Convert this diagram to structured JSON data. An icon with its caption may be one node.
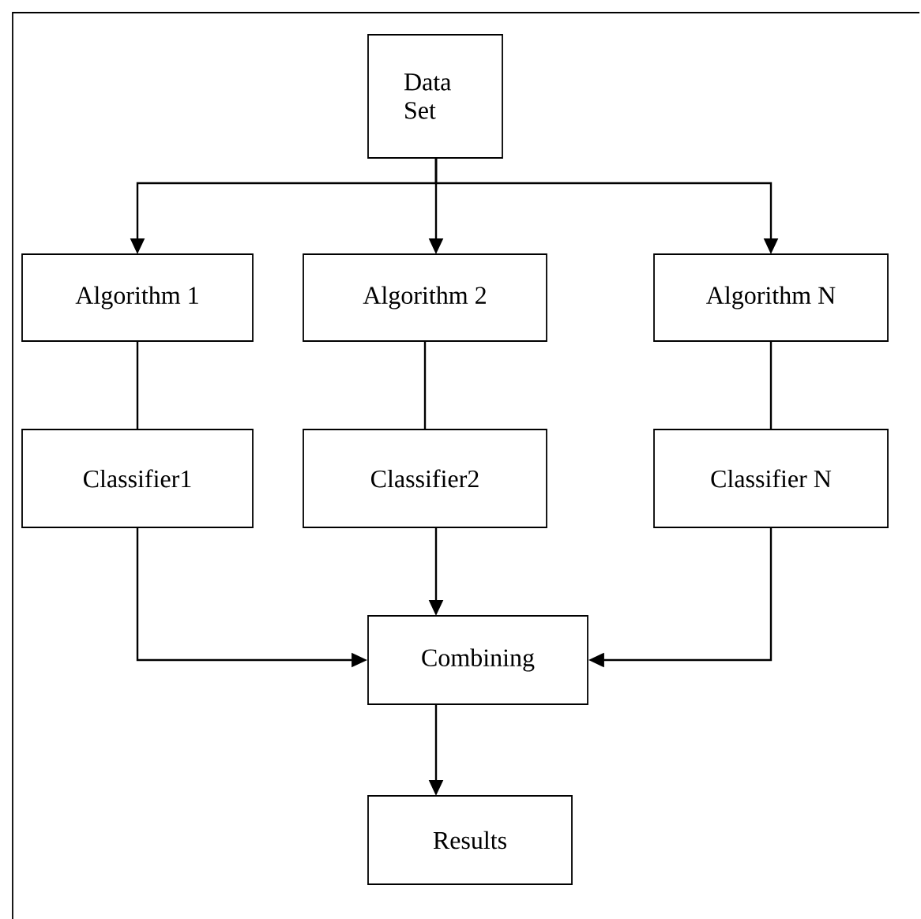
{
  "diagram": {
    "nodes": [
      {
        "text": [
          "Data Set"
        ]
      },
      {
        "text": [
          "Algorithm 1"
        ]
      },
      {
        "text": [
          "Algorithm 2"
        ]
      },
      {
        "text": [
          "Algorithm N"
        ]
      },
      {
        "text": [
          "Classifier1"
        ]
      },
      {
        "text": [
          "Classifier2"
        ]
      },
      {
        "text": [
          "Classifier N"
        ]
      },
      {
        "text": [
          "Combining"
        ]
      },
      {
        "text": [
          "Results"
        ]
      }
    ],
    "edges": [
      {
        "from": 0,
        "to": 1,
        "arrow": "to"
      },
      {
        "from": 0,
        "to": 2,
        "arrow": "to"
      },
      {
        "from": 0,
        "to": 3,
        "arrow": "to"
      },
      {
        "from": 1,
        "to": 4,
        "arrow": "none"
      },
      {
        "from": 2,
        "to": 5,
        "arrow": "none"
      },
      {
        "from": 3,
        "to": 6,
        "arrow": "none"
      },
      {
        "from": 4,
        "to": 7,
        "arrow": "to"
      },
      {
        "from": 5,
        "to": 7,
        "arrow": "to"
      },
      {
        "from": 6,
        "to": 7,
        "arrow": "to"
      },
      {
        "from": 7,
        "to": 8,
        "arrow": "to"
      }
    ]
  }
}
